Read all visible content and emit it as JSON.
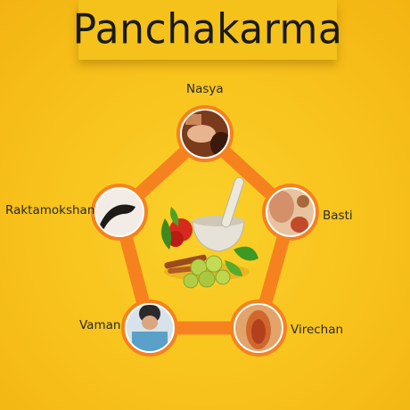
{
  "title": "Panchakarma",
  "steps": [
    {
      "label": "Nasya"
    },
    {
      "label": "Basti"
    },
    {
      "label": "Virechan"
    },
    {
      "label": "Vaman"
    },
    {
      "label": "Raktamokshan"
    }
  ],
  "colors": {
    "background": "#f8c21c",
    "ring": "#f5821f",
    "banner": "#f4c21a"
  }
}
